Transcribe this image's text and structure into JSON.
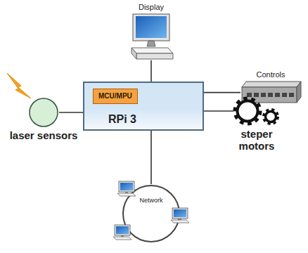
{
  "diagram": {
    "nodes": [
      {
        "text": [
          "Display"
        ]
      },
      {
        "text": [
          "Controls"
        ]
      },
      {
        "text": [
          "RPi 3"
        ]
      },
      {
        "text": [
          "MCU/MPU"
        ],
        "in": 2
      },
      {
        "text": [
          "laser sensors"
        ]
      },
      {
        "text": [
          "steper motors"
        ]
      },
      {
        "text": [
          "Network"
        ]
      }
    ],
    "edges": [
      {
        "from": 0,
        "to": 2,
        "arrow": "none"
      },
      {
        "from": 1,
        "to": 2,
        "arrow": "none"
      },
      {
        "from": 4,
        "to": 2,
        "arrow": "none"
      },
      {
        "from": 5,
        "to": 2,
        "arrow": "none"
      },
      {
        "from": 6,
        "to": 2,
        "arrow": "none"
      }
    ]
  }
}
